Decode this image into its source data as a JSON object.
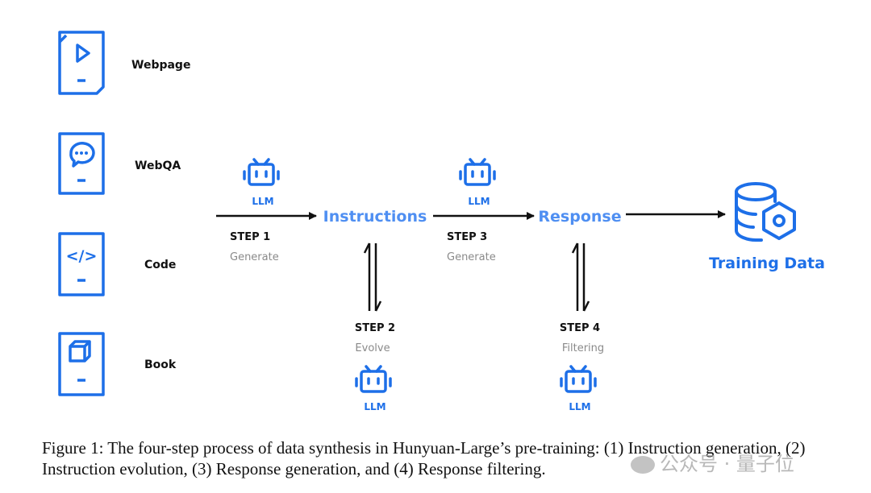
{
  "sources": [
    {
      "label": "Webpage",
      "icon": "webpage-icon"
    },
    {
      "label": "WebQA",
      "icon": "webqa-icon"
    },
    {
      "label": "Code",
      "icon": "code-icon"
    },
    {
      "label": "Book",
      "icon": "book-icon"
    }
  ],
  "nodes": {
    "instructions": "Instructions",
    "response": "Response",
    "training_data": "Training Data"
  },
  "steps": [
    {
      "title": "STEP 1",
      "action": "Generate",
      "llm": "LLM"
    },
    {
      "title": "STEP 2",
      "action": "Evolve",
      "llm": "LLM"
    },
    {
      "title": "STEP 3",
      "action": "Generate",
      "llm": "LLM"
    },
    {
      "title": "STEP 4",
      "action": "Filtering",
      "llm": "LLM"
    }
  ],
  "code_glyph": "</>",
  "caption": "Figure 1: The four-step process of data synthesis in Hunyuan-Large’s pre-training: (1) Instruction generation, (2) Instruction evolution, (3) Response generation, and (4) Response filtering.",
  "watermark": "公众号 · 量子位",
  "colors": {
    "icon_blue": "#1d6fe8",
    "node_blue": "#4f8ff2",
    "subtext_gray": "#8a8a8a",
    "arrow": "#111111"
  }
}
